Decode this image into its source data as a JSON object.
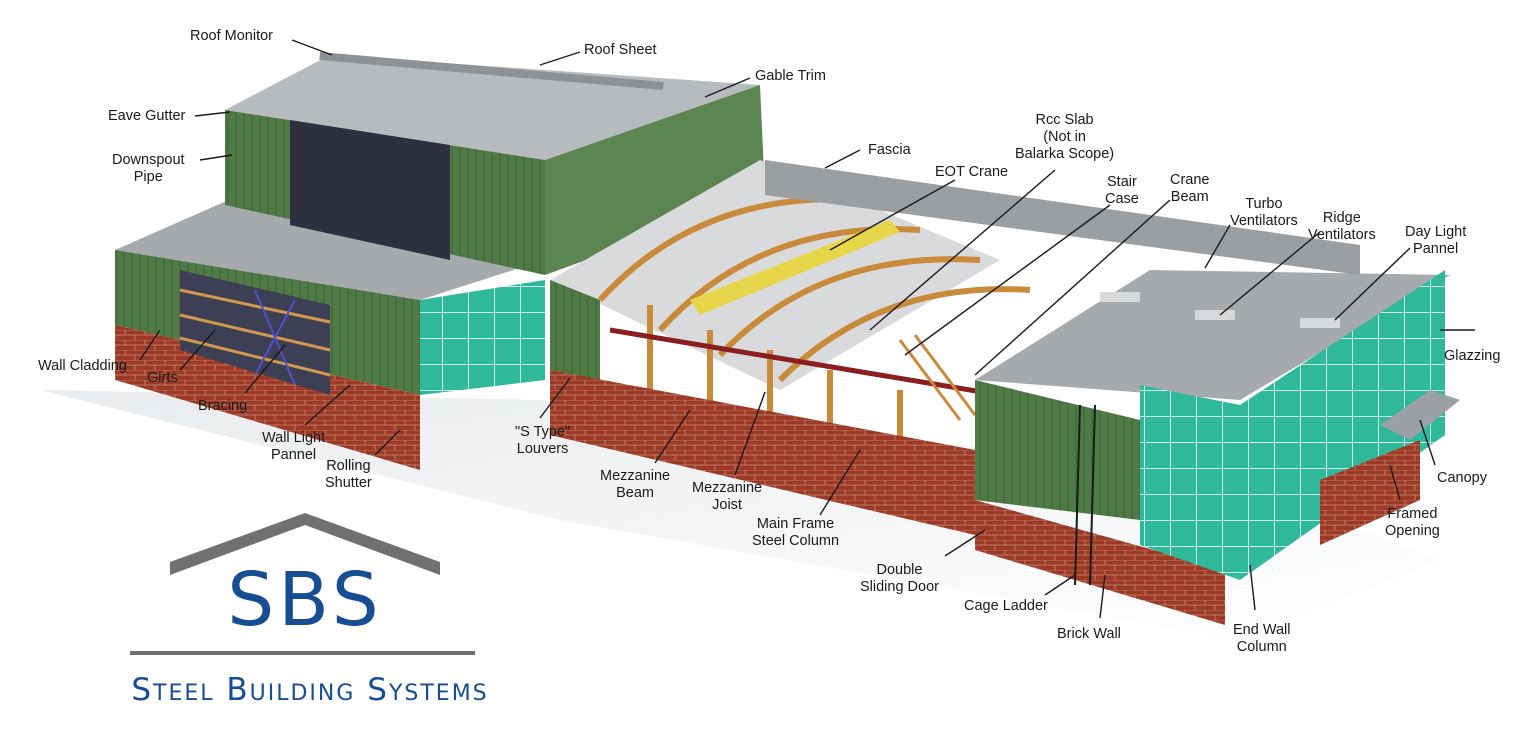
{
  "diagram": {
    "labels": [
      {
        "id": "roof-monitor",
        "line1": "Roof Monitor",
        "line2": ""
      },
      {
        "id": "roof-sheet",
        "line1": "Roof Sheet",
        "line2": ""
      },
      {
        "id": "gable-trim",
        "line1": "Gable Trim",
        "line2": ""
      },
      {
        "id": "eave-gutter",
        "line1": "Eave Gutter",
        "line2": ""
      },
      {
        "id": "downspout-pipe",
        "line1": "Downspout",
        "line2": "Pipe"
      },
      {
        "id": "fascia",
        "line1": "Fascia",
        "line2": ""
      },
      {
        "id": "rcc-slab",
        "line1": "Rcc Slab",
        "line2": "(Not in",
        "line3": "Balarka Scope)"
      },
      {
        "id": "eot-crane",
        "line1": "EOT Crane",
        "line2": ""
      },
      {
        "id": "stair-case",
        "line1": "Stair",
        "line2": "Case"
      },
      {
        "id": "crane-beam",
        "line1": "Crane",
        "line2": "Beam"
      },
      {
        "id": "turbo-ventilators",
        "line1": "Turbo",
        "line2": "Ventilators"
      },
      {
        "id": "ridge-ventilators",
        "line1": "Ridge",
        "line2": "Ventilators"
      },
      {
        "id": "day-light-pannel",
        "line1": "Day Light",
        "line2": "Pannel"
      },
      {
        "id": "glazzing",
        "line1": "Glazzing",
        "line2": ""
      },
      {
        "id": "wall-cladding",
        "line1": "Wall Cladding",
        "line2": ""
      },
      {
        "id": "girts",
        "line1": "Girts",
        "line2": ""
      },
      {
        "id": "bracing",
        "line1": "Bracing",
        "line2": ""
      },
      {
        "id": "wall-light-pannel",
        "line1": "Wall Light",
        "line2": "Pannel"
      },
      {
        "id": "rolling-shutter",
        "line1": "Rolling",
        "line2": "Shutter"
      },
      {
        "id": "s-type-louvers",
        "line1": "\"S Type\"",
        "line2": "Louvers"
      },
      {
        "id": "mezzanine-beam",
        "line1": "Mezzanine",
        "line2": "Beam"
      },
      {
        "id": "mezzanine-joist",
        "line1": "Mezzanine",
        "line2": "Joist"
      },
      {
        "id": "main-frame-steel-column",
        "line1": "Main Frame",
        "line2": "Steel Column"
      },
      {
        "id": "double-sliding-door",
        "line1": "Double",
        "line2": "Sliding Door"
      },
      {
        "id": "cage-ladder",
        "line1": "Cage Ladder",
        "line2": ""
      },
      {
        "id": "brick-wall",
        "line1": "Brick Wall",
        "line2": ""
      },
      {
        "id": "end-wall-column",
        "line1": "End Wall",
        "line2": "Column"
      },
      {
        "id": "canopy",
        "line1": "Canopy",
        "line2": ""
      },
      {
        "id": "framed-opening",
        "line1": "Framed",
        "line2": "Opening"
      }
    ]
  },
  "logo": {
    "mark": "SBS",
    "tagline": "Steel Building Systems",
    "color": "#174d92"
  },
  "colors": {
    "cladding_green": "#4f7a45",
    "roof_grey": "#a6aaad",
    "brick_red": "#9c3a25",
    "glazing_teal": "#2fb99a",
    "steel_orange": "#c98a3a",
    "crane_yellow": "#e8d64a"
  }
}
